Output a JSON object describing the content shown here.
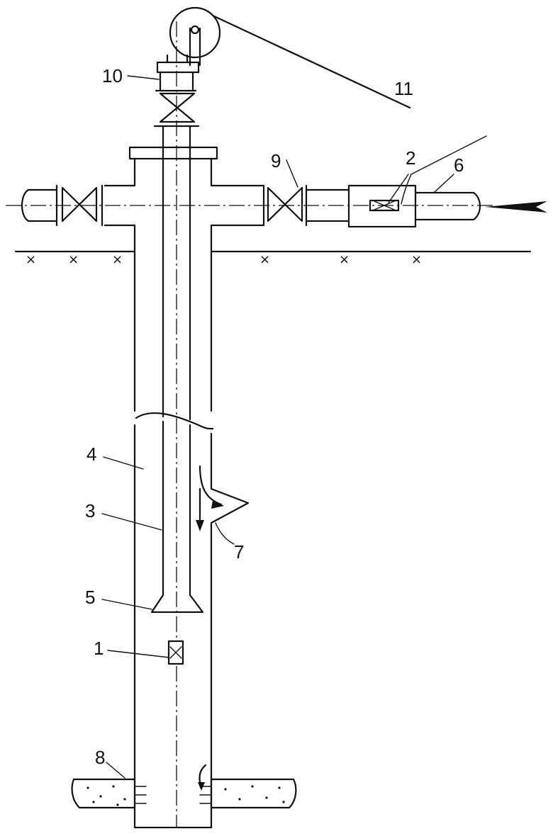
{
  "labels": {
    "l1": "1",
    "l2": "2",
    "l3": "3",
    "l4": "4",
    "l5": "5",
    "l6": "6",
    "l7": "7",
    "l8": "8",
    "l9": "9",
    "l10": "10",
    "l11": "11"
  },
  "ground_marks": [
    "×",
    "×",
    "×",
    "×",
    "×",
    "×"
  ]
}
